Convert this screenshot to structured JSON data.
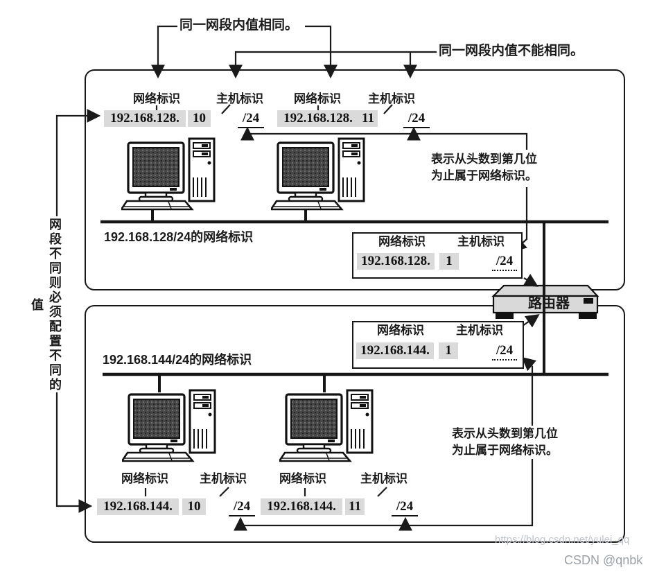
{
  "figure": {
    "annotations": {
      "same_note": "同一网段内值相同。",
      "diff_note": "同一网段内值不能相同。",
      "segment_note": "网段不同则必须配置不同的值",
      "prefix_note_line1": "表示从头数到第几位",
      "prefix_note_line2": "为止属于网络标识。"
    },
    "labels": {
      "network_id": "网络标识",
      "host_id": "主机标识",
      "router": "路由器"
    },
    "segment1": {
      "bus_label": "192.168.128/24的网络标识",
      "host1": {
        "network": "192.168.128.",
        "host": "10",
        "prefix": "/24"
      },
      "host2": {
        "network": "192.168.128.",
        "host": "11",
        "prefix": "/24"
      },
      "router_if": {
        "network": "192.168.128.",
        "host": "1",
        "prefix": "/24"
      }
    },
    "segment2": {
      "bus_label": "192.168.144/24的网络标识",
      "host1": {
        "network": "192.168.144.",
        "host": "10",
        "prefix": "/24"
      },
      "host2": {
        "network": "192.168.144.",
        "host": "11",
        "prefix": "/24"
      },
      "router_if": {
        "network": "192.168.144.",
        "host": "1",
        "prefix": "/24"
      }
    },
    "watermark": {
      "url": "https://blog.csdn.net/yulei_qq",
      "credit": "CSDN @qnbk"
    },
    "colors": {
      "line": "#1a1a1a",
      "value_highlight": "#dadada",
      "router_fill": "#d9d9d9"
    }
  }
}
